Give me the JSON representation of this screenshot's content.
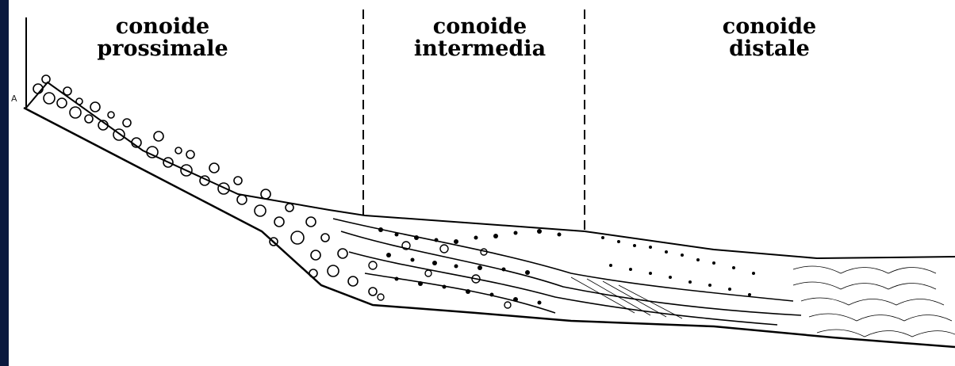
{
  "zones": [
    {
      "line1": "conoide",
      "line2": "prossimale"
    },
    {
      "line1": "conoide",
      "line2": "intermedia"
    },
    {
      "line1": "conoide",
      "line2": "distale"
    }
  ],
  "marker": "A",
  "colors": {
    "ink": "#000000",
    "paper": "#ffffff",
    "frame": "#0b1a3f"
  }
}
